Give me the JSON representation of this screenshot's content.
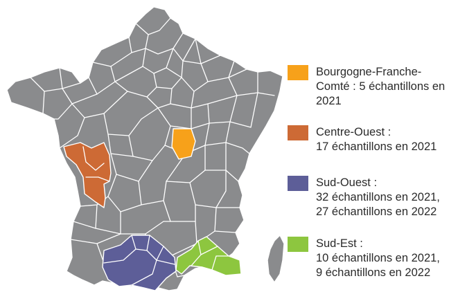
{
  "colors": {
    "land": "#8a8b8d",
    "border": "#ffffff",
    "bourgogne_franche_comte": "#f7a11a",
    "centre_ouest": "#cd6a35",
    "sud_ouest": "#5d5e98",
    "sud_est": "#8dc63f"
  },
  "legend": {
    "items": [
      {
        "id": "bourgogne-franche-comte",
        "color": "#f7a11a",
        "lines": [
          "Bourgogne-Franche-",
          "Comté : 5 échantillons en",
          "2021"
        ]
      },
      {
        "id": "centre-ouest",
        "color": "#cd6a35",
        "lines": [
          "Centre-Ouest :",
          "17 échantillons en 2021"
        ]
      },
      {
        "id": "sud-ouest",
        "color": "#5d5e98",
        "lines": [
          "Sud-Ouest :",
          "32 échantillons en 2021,",
          "27 échantillons en 2022"
        ]
      },
      {
        "id": "sud-est",
        "color": "#8dc63f",
        "lines": [
          "Sud-Est :",
          "10 échantillons en 2021,",
          "9 échantillons en 2022"
        ]
      }
    ]
  }
}
